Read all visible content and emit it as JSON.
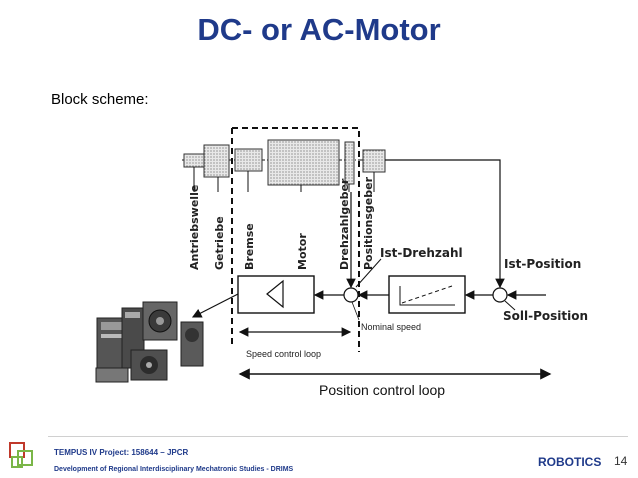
{
  "header": {
    "title": "DC- or AC-Motor"
  },
  "body": {
    "subtitle": "Block scheme:"
  },
  "diagram": {
    "vertical_labels": {
      "antriebswelle": "Antriebswelle",
      "getriebe": "Getriebe",
      "bremse": "Bremse",
      "motor": "Motor",
      "drehzahlgeber": "Drehzahlgeber",
      "positionsgeber": "Positionsgeber"
    },
    "labels": {
      "ist_drehzahl": "Ist-Drehzahl",
      "ist_position": "Ist-Position",
      "soll_position": "Soll-Position",
      "nominal_speed": "Nominal speed",
      "speed_control_loop": "Speed control loop",
      "position_control_loop": "Position control loop"
    }
  },
  "footer": {
    "project": "TEMPUS IV Project: 158644 – JPCR",
    "program": "Development of Regional Interdisciplinary Mechatronic Studies - DRIMS",
    "course": "ROBOTICS",
    "page": "14"
  },
  "colors": {
    "title": "#1f3a8a",
    "footer_text": "#1f3a8a",
    "logo_green": "#7ab648",
    "logo_red": "#c0392b"
  }
}
